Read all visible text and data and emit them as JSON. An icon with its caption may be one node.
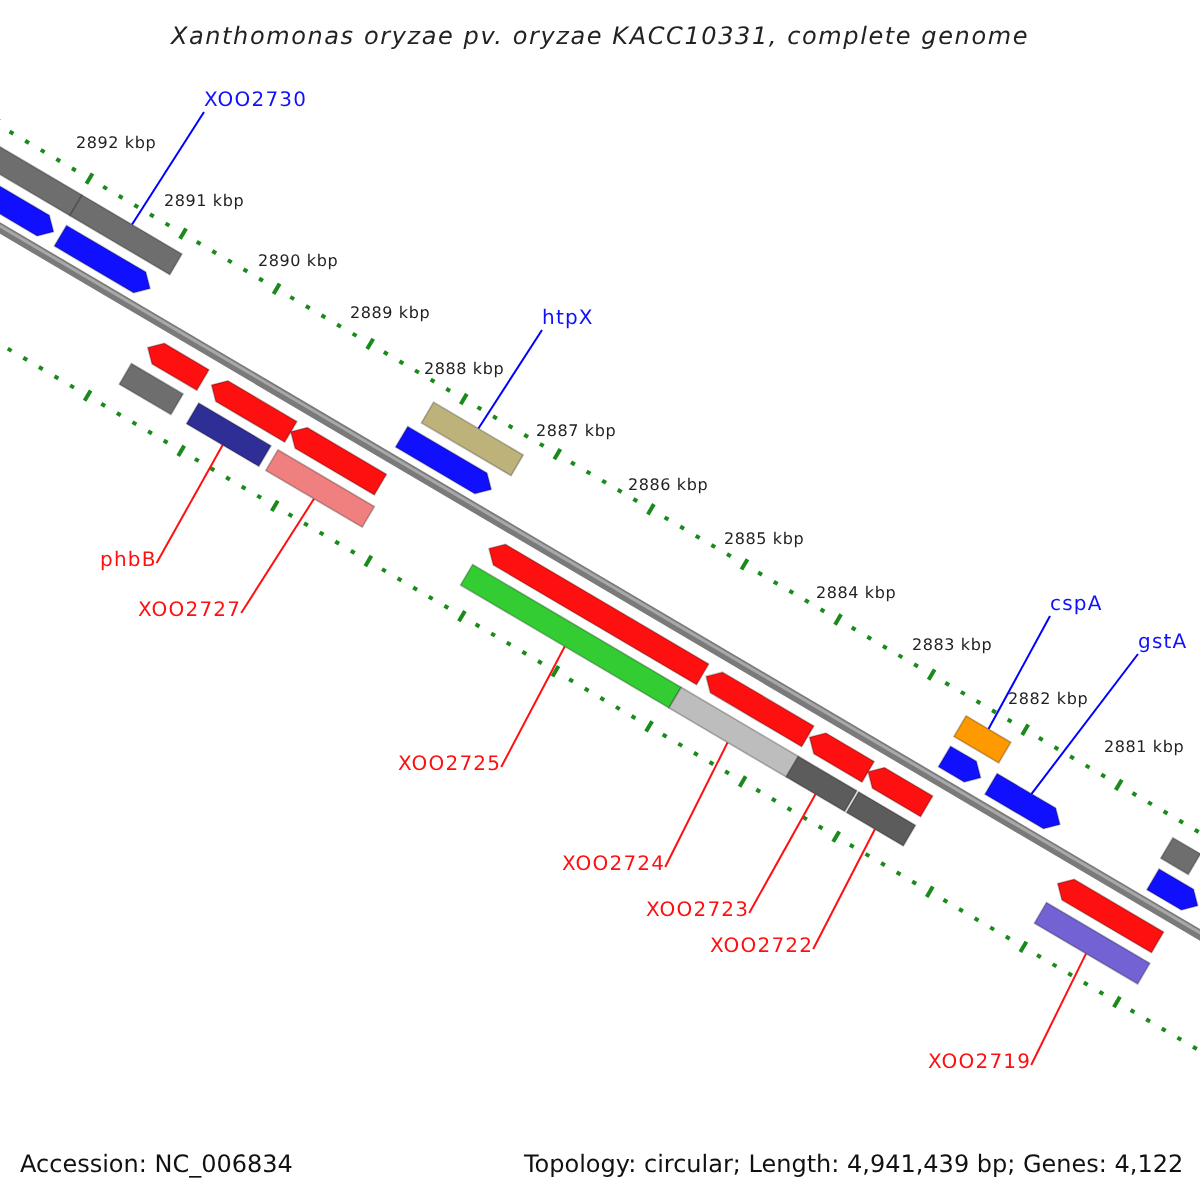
{
  "diagram": {
    "title": "Xanthomonas oryzae pv. oryzae KACC10331, complete genome",
    "nodes": [
      {
        "text": [
          "XOO2730"
        ]
      },
      {
        "text": [
          "htpX"
        ]
      },
      {
        "text": [
          "phbB"
        ]
      },
      {
        "text": [
          "cspA"
        ]
      },
      {
        "text": [
          "XOO2727"
        ]
      },
      {
        "text": [
          "gstA"
        ]
      },
      {
        "text": [
          "XOO2725"
        ]
      },
      {
        "text": [
          "XOO2724"
        ]
      },
      {
        "text": [
          "XOO2723"
        ]
      },
      {
        "text": [
          "XOO2722"
        ]
      },
      {
        "text": [
          "XOO2719"
        ]
      },
      {
        "text": [],
        "shape": "bar"
      },
      {
        "text": [],
        "shape": "bar"
      },
      {
        "text": [],
        "shape": "bar"
      },
      {
        "text": [],
        "shape": "bar"
      },
      {
        "text": [],
        "shape": "bar"
      },
      {
        "text": [],
        "shape": "bar"
      },
      {
        "text": [],
        "shape": "bar"
      },
      {
        "text": [],
        "shape": "bar"
      },
      {
        "text": [],
        "shape": "bar"
      },
      {
        "text": [],
        "shape": "bar"
      },
      {
        "text": [],
        "shape": "bar"
      },
      {
        "text": [],
        "shape": "bar"
      },
      {
        "text": [],
        "shape": "bar"
      },
      {
        "text": [],
        "shape": "bar"
      },
      {
        "text": [],
        "shape": "bar"
      },
      {
        "text": [],
        "shape": "bar"
      },
      {
        "text": [],
        "shape": "bar"
      },
      {
        "text": [],
        "shape": "bar"
      },
      {
        "text": [],
        "shape": "bar"
      },
      {
        "text": [],
        "shape": "bar"
      },
      {
        "text": [],
        "shape": "bar"
      },
      {
        "text": [],
        "shape": "bar"
      },
      {
        "text": [],
        "shape": "bar"
      },
      {
        "text": [],
        "shape": "bar"
      },
      {
        "text": [],
        "shape": "bar"
      },
      {
        "text": [],
        "shape": "bar"
      },
      {
        "text": [],
        "shape": "bar"
      }
    ],
    "edges": [
      {
        "from": 0,
        "to": 13,
        "arrow": "none",
        "color": "#0000ff"
      },
      {
        "from": 1,
        "to": 22,
        "arrow": "none",
        "color": "#0000ff"
      },
      {
        "from": 2,
        "to": 17,
        "arrow": "none"
      },
      {
        "from": 3,
        "to": 31,
        "arrow": "none",
        "color": "#0000ff"
      },
      {
        "from": 4,
        "to": 19,
        "arrow": "none"
      },
      {
        "from": 5,
        "to": 33,
        "arrow": "none",
        "color": "#0000ff"
      },
      {
        "from": 6,
        "to": 23,
        "arrow": "none"
      },
      {
        "from": 7,
        "to": 25,
        "arrow": "none"
      },
      {
        "from": 8,
        "to": 27,
        "arrow": "none"
      },
      {
        "from": 9,
        "to": 30,
        "arrow": "none"
      },
      {
        "from": 10,
        "to": 35,
        "arrow": "none"
      }
    ],
    "labels": [
      "2892 kbp",
      "2891 kbp",
      "2890 kbp",
      "2889 kbp",
      "2888 kbp",
      "2887 kbp",
      "2886 kbp",
      "2885 kbp",
      "2884 kbp",
      "2883 kbp",
      "2882 kbp",
      "2881 kbp",
      "Accession: NC_006834",
      "Topology: circular; Length: 4,941,439 bp; Genes: 4,122"
    ]
  }
}
